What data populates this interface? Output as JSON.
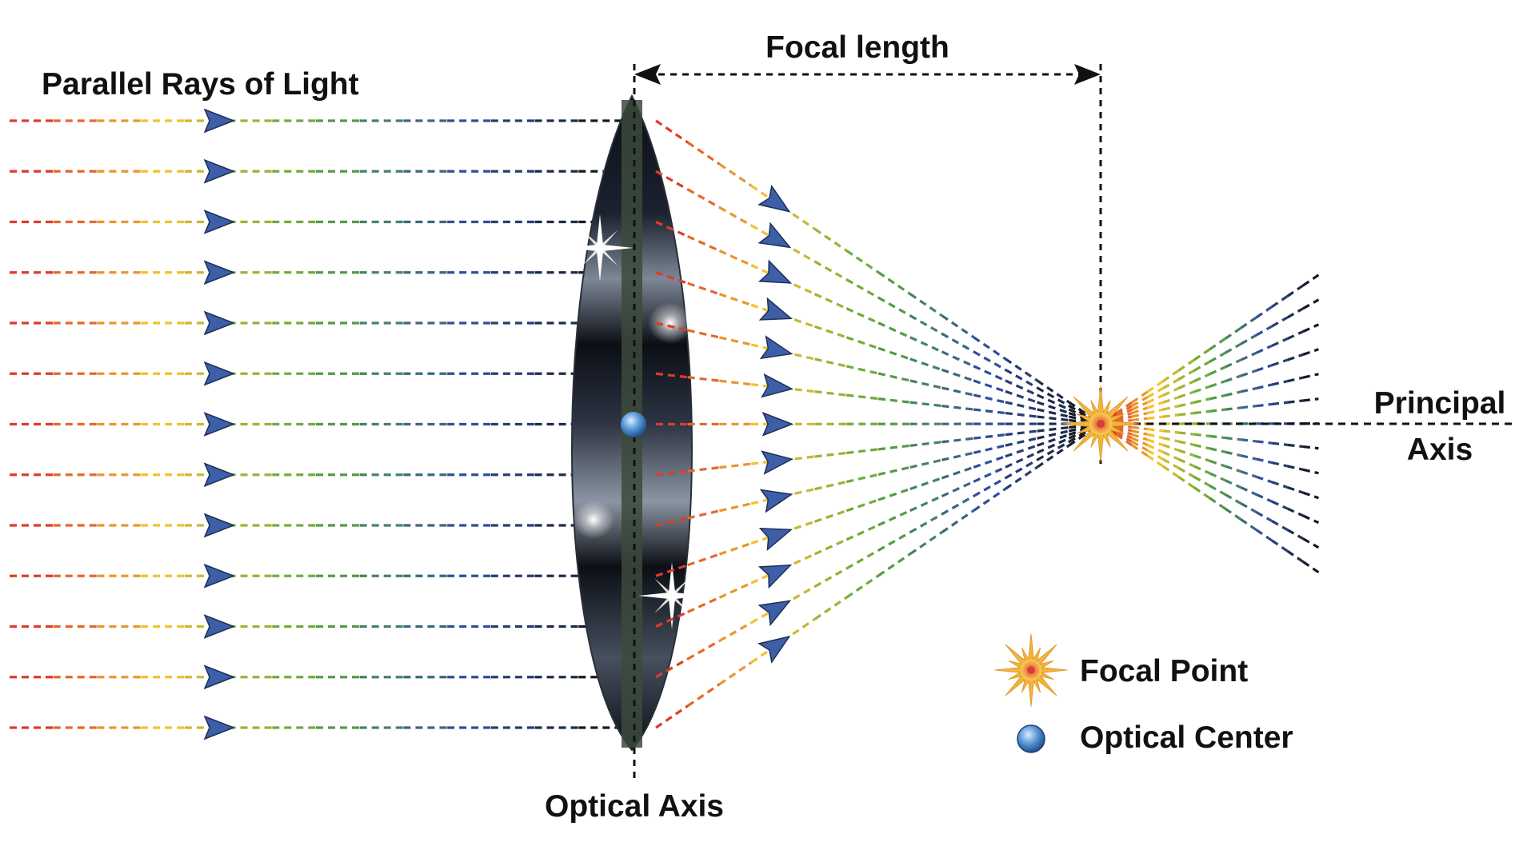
{
  "labels": {
    "parallel_rays": "Parallel Rays of Light",
    "focal_length": "Focal length",
    "principal_axis_line1": "Principal",
    "principal_axis_line2": "Axis",
    "optical_axis": "Optical Axis"
  },
  "legend": [
    {
      "icon": "focal-point-starburst-icon",
      "label": "Focal Point"
    },
    {
      "icon": "optical-center-dot-icon",
      "label": "Optical Center"
    }
  ],
  "ray_count": 13,
  "colors": {
    "ray_gradient": [
      "#d9262b",
      "#f2c12e",
      "#5aa83a",
      "#2e4f9a",
      "#111111"
    ],
    "arrowhead": "#3d5fa8",
    "lens_dark": "#0b0e14",
    "lens_light": "#7d8796",
    "lens_edge": "#3c4a3c",
    "optical_center": "#5d9bd8",
    "focal_point_core": "#d43e3e",
    "focal_point_rays": "#f0b53a"
  }
}
